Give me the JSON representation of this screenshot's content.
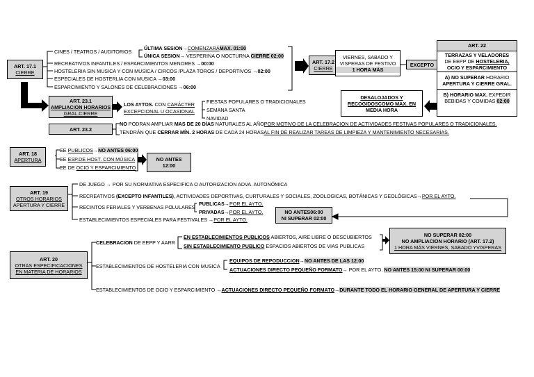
{
  "art171": {
    "title": "ART. 17.1",
    "sub": "CIERRE"
  },
  "cines": {
    "label": "CINES / TEATROS / AUDITORIOS",
    "ultima_label": "ÚLTIMA SESION",
    "ultima_text": "COMENZARÁ",
    "ultima_max": "MAX. 01:00",
    "unica_label": "ÚNICA SESION",
    "unica_text": " VESPERINA O NOCTURNA ",
    "unica_cierre": "CIERRE 02:00"
  },
  "rows171": [
    {
      "text": "RECREATIVOS INFANTILES / ESPARCIMIENTOS MENORES ",
      "time": "00:00"
    },
    {
      "text": "HOSTELERIA SIN MUSICA Y CON MUSICA / CIRCOS /PLAZA TOROS / DEPORTIVOS ",
      "time": "02:00"
    },
    {
      "text": "ESPECIALES DE HOSTERLIA CON MUSICA ",
      "time": "03:00"
    },
    {
      "text": "ESPARCIMIENTO Y SALONES DE CELEBRACIONES ",
      "time": "06:00"
    }
  ],
  "art172": {
    "title": "ART. 17.2",
    "sub": "CIERRE"
  },
  "viernes": {
    "line1": "VIERNES, SABADO Y",
    "line2": "VISPERAS DE FESTIVO",
    "hora": "1 HORA MÁS"
  },
  "excepto": "EXCEPTO",
  "art22": {
    "title": "ART. 22",
    "terrazas_1": "TERRAZAS Y VELADORES",
    "terrazas_2": "DE EEPP DE ",
    "terrazas_3": "HOSTELERIA,",
    "terrazas_4": "OCIO Y ESPARCIMIENTO",
    "a_label": "A) NO SUPERAR",
    "a_text": " HORARIO",
    "a_line2": "APERTURA Y CIERRE GRAL.",
    "b_label": "B) HORARIO MAX.",
    "b_text": " EXPEDIR",
    "b_line2": "BEBIDAS Y COMIDAS ",
    "b_time": "02:00"
  },
  "desalojados": {
    "line1": "DESALOJADOS Y",
    "line2": "RECOGIDOSCOMO MAX. EN",
    "line3": "MEDIA HORA"
  },
  "art231": {
    "title": "ART. 23.1",
    "l1": "AMPLIACION HORARIOS",
    "l2": "GRAL.CIERRE"
  },
  "aytos": {
    "b": "LOS AYTOS.",
    "t1": " CON ",
    "u": "CARÁCTER",
    "l2": "EXCEPCIONAL U OCASIONAL"
  },
  "fiestas": [
    "FIESTAS POPULARES O TRADICIONALES",
    "SEMANA SANTA",
    "NAVIDAD"
  ],
  "art232": {
    "title": "ART. 23.2"
  },
  "art232_l1": {
    "b1": "NO",
    "t1": " PODRAN AMPLIAR ",
    "b2": "MAS DE 20 DÍAS",
    "t2": " NATURALES AL AÑO",
    "u": "POR MOTIVO DE LA CELEBRACION DE ACTIVIDADES FESTIVAS POPULARES O TRADICIONALES."
  },
  "art232_l2": {
    "t1": "TENDRÁN QUE ",
    "b": "CERRAR MÍN. 2 HORAS",
    "t2": " DE CADA 24 HORAS",
    "u": "AL FIN DE REALIZAR TAREAS DE LIMPIEZA Y MANTENIMIENTO NECESARIAS."
  },
  "art18": {
    "title": "ART. 18",
    "sub": "APERTURA"
  },
  "art18_rows": {
    "r1_pre": "EE ",
    "r1_u": "PUBLICOS",
    "r1_b": "NO ANTES 06:00",
    "r2_pre": "EE ",
    "r2_u": "ESP.DE HOST. CON MÚSICA",
    "r3_pre": "EE DE ",
    "r3_u": "OCIO Y ESPARCIMIENTO"
  },
  "noantes12": {
    "l1": "NO ANTES",
    "l2": "12:00"
  },
  "art19": {
    "title": "ART. 19",
    "l1": "OTROS HORARIOS",
    "l2": "APERTURA Y CIERRE"
  },
  "art19_rows": {
    "juego": "DE JUEGO ",
    "juego_t": " POR SU NORMATIVA ESPECIFICA O AUTORIZACION ADVA. AUTONÓMICA",
    "recre_t1": "RECREATIVOS ",
    "recre_b": "(EXCEPTO INFANTILES)",
    "recre_t2": ", ACTIVIDADES DEPORTIVAS, CURTURALES Y SOCIALES, ZOOLOGICAS, BOTÁNICAS Y GEOLÓGICAS",
    "recre_u": "POR EL AYTO.",
    "recintos": "RECINTOS FERIALES Y VERBENAS POLULARES",
    "publicas_b": "PUBLICAS",
    "publicas_u": "POR EL AYTO.",
    "privadas_b": "PRIVADAS",
    "privadas_u": "POR EL AYTO.",
    "especiales": "ESTABLECIMIENTOS ESPECIALES PARA FESTIVALES ",
    "especiales_u": "POR EL AYTO."
  },
  "noantes06": {
    "l1": "NO ANTES06:00",
    "l2": "NI SUPERAR 02:00"
  },
  "art20": {
    "title": "ART. 20",
    "l1": "OTRAS ESPECIFICACIONES",
    "l2": "EN MATERIA DE HORARIOS"
  },
  "art20_rows": {
    "celebracion_b": "CELEBRACION",
    "celebracion_t": " DE EEPP Y AARR",
    "est_pub_b": "EN ESTABLECIMIENTOS PUBLICOS",
    "est_pub_t": " ABIERTOS, AIRE LIBRE O DESCUBIERTOS",
    "sin_est_b": "SIN ESTABLECIMIENTO PUBLICO",
    "sin_est_t": " ESPACIOS ABIERTOS DE VIAS PUBLICAS",
    "hosteleria": "ESTABLECIMIENTOS DE HOSTELERIA CON MUSICA",
    "equipos_b": "EQUIPOS DE REPODUCCION",
    "equipos_hl": "NO ANTES DE LAS 12:00",
    "actuaciones_b": "ACTUACIONES DIRECTO PEQUEÑO FORMATO",
    "actuaciones_t": " POR EL AYTO. ",
    "actuaciones_hl": "NO ANTES 15:00 NI SUPERAR 00:00",
    "ocio": "ESTABLECIMIENTOS DE OCIO Y ESPARCIMIENTO ",
    "ocio_b": "ACTUACIONES DIRECTO PEQUEÑO FORMATO",
    "ocio_hl": "DURANTE TODO EL HORARIO GENERAL DE APERTURA Y CIERRE"
  },
  "nosuperar": {
    "l1": "NO SUPERAR 02:00",
    "l2": "NO AMPLIACION HORARIO (ART. 17.2)",
    "l3": "1 HORA MÁS VIERNES, SABADO YVISPERAS"
  },
  "arrow_glyph": "→"
}
